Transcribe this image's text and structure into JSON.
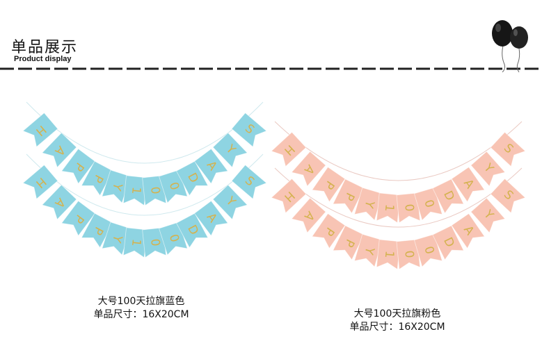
{
  "header": {
    "title": "单品展示",
    "subtitle": "Product display"
  },
  "colors": {
    "blue_flag": "#8ed4e2",
    "pink_flag": "#f8c4b4",
    "gold_letter": "#d4b24e",
    "balloon": "#111111"
  },
  "banner_text": "HAPPY100DAYS",
  "products": [
    {
      "name": "大号100天拉旗蓝色",
      "size": "单品尺寸：16X20CM"
    },
    {
      "name": "大号100天拉旗粉色",
      "size": "单品尺寸：16X20CM"
    }
  ]
}
